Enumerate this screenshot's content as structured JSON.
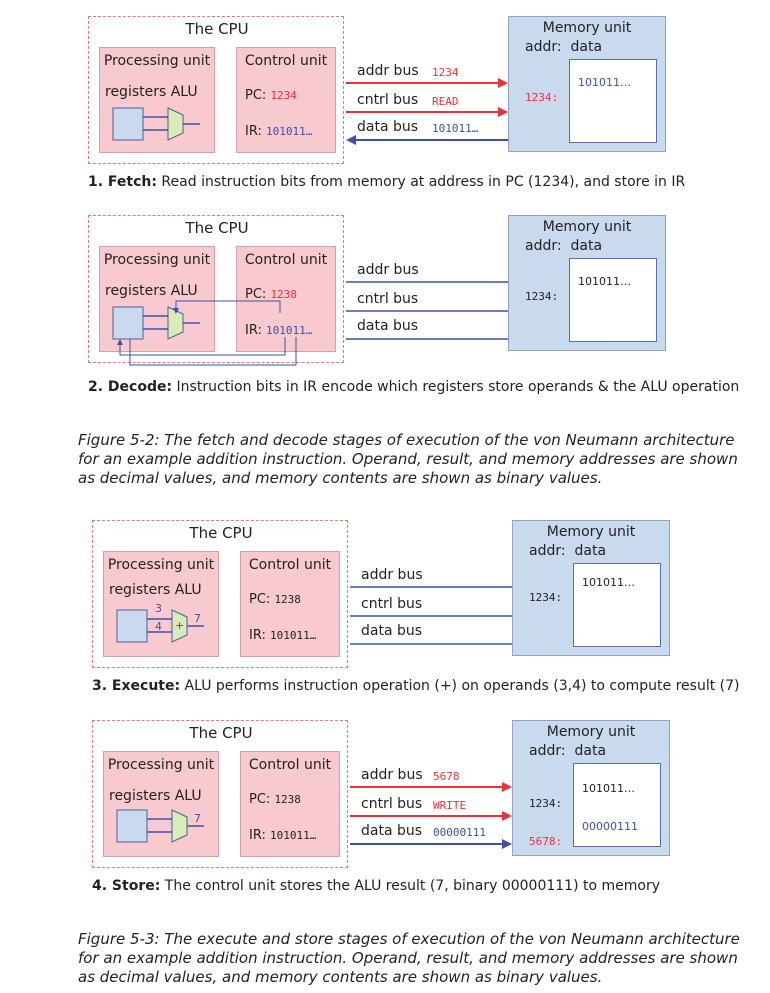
{
  "labels": {
    "cpu": "The CPU",
    "processing_unit": "Processing unit",
    "registers_alu": "registers ALU",
    "control_unit": "Control unit",
    "memory_unit": "Memory unit",
    "addr": "addr:",
    "data": "data",
    "pc": "PC:",
    "ir": "IR:",
    "addr_bus": "addr bus",
    "cntrl_bus": "cntrl bus",
    "data_bus": "data bus"
  },
  "stages": [
    {
      "pc": "1234",
      "ir": "101011…",
      "addr_bus_val": "1234",
      "cntrl_bus_val": "READ",
      "data_bus_val": "101011…",
      "mem_rows": [
        {
          "addr": "1234:",
          "data": "101011…"
        }
      ],
      "caption_bold": "1. Fetch:",
      "caption": " Read instruction bits from memory at address in PC (1234), and store in IR"
    },
    {
      "pc": "1238",
      "ir": "101011…",
      "mem_rows": [
        {
          "addr": "1234:",
          "data": "101011…"
        }
      ],
      "caption_bold": "2. Decode:",
      "caption": " Instruction bits in IR encode which registers store operands & the ALU operation"
    },
    {
      "pc": "1238",
      "ir": "101011…",
      "alu_in_a": "3",
      "alu_in_b": "4",
      "alu_op": "+",
      "alu_out": "7",
      "mem_rows": [
        {
          "addr": "1234:",
          "data": "101011…"
        }
      ],
      "caption_bold": "3. Execute:",
      "caption": " ALU performs instruction operation (+) on operands (3,4) to compute result (7)"
    },
    {
      "pc": "1238",
      "ir": "101011…",
      "alu_out": "7",
      "addr_bus_val": "5678",
      "cntrl_bus_val": "WRITE",
      "data_bus_val": "00000111",
      "mem_rows": [
        {
          "addr": "1234:",
          "data": "101011…"
        },
        {
          "addr": "5678:",
          "data": "00000111"
        }
      ],
      "caption_bold": "4. Store:",
      "caption": " The control unit stores the ALU result (7, binary 00000111) to memory"
    }
  ],
  "figures": [
    "Figure 5-2: The fetch and decode stages of execution of the von Neumann architecture for an example addition instruction. Operand, result, and memory addresses are shown as decimal values, and memory contents are shown as binary values.",
    "Figure 5-3: The execute and store stages of execution of the von Neumann architecture for an example addition instruction. Operand, result, and memory addresses are shown as decimal values, and memory contents are shown as binary values."
  ],
  "colors": {
    "red": "#e8333a",
    "blue": "#3b52a8",
    "pink": "#f8c9cf",
    "memory_blue": "#c9d9ee",
    "alu_green": "#d9ebb6"
  }
}
